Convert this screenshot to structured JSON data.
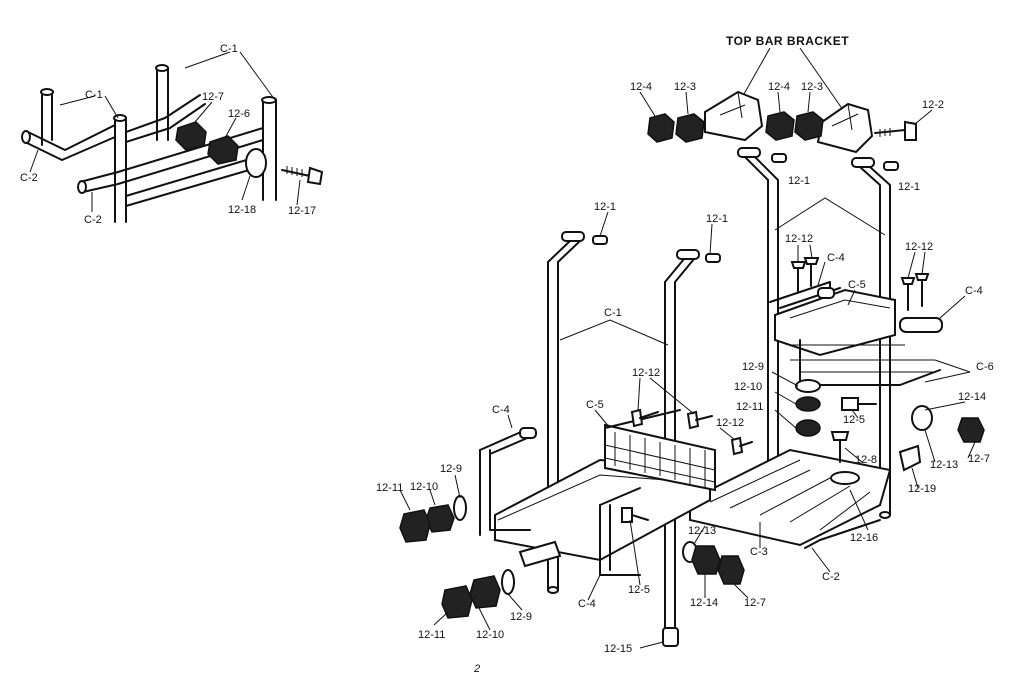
{
  "title_callout": "TOP BAR BRACKET",
  "footer_mark": "2",
  "labels": {
    "C1_a": "C-1",
    "C1_b": "C-1",
    "C2_a": "C-2",
    "C2_b": "C-2",
    "p12_7a": "12-7",
    "p12_6": "12-6",
    "p12_18": "12-18",
    "p12_17": "12-17",
    "p12_4a": "12-4",
    "p12_3a": "12-3",
    "p12_4b": "12-4",
    "p12_3b": "12-3",
    "p12_2": "12-2",
    "p12_1a": "12-1",
    "p12_1b": "12-1",
    "p12_1c": "12-1",
    "p12_1d": "12-1",
    "p12_12a": "12-12",
    "p12_12b": "12-12",
    "p12_12c": "12-12",
    "p12_12d": "12-12",
    "C4_a": "C-4",
    "C5_a": "C-5",
    "C4_b": "C-4",
    "C1_c": "C-1",
    "p12_9a": "12-9",
    "p12_10a": "12-10",
    "p12_11a": "12-11",
    "p12_5a": "12-5",
    "C6": "C-6",
    "p12_14a": "12-14",
    "p12_13a": "12-13",
    "p12_7b": "12-7",
    "p12_8": "12-8",
    "p12_19": "12-19",
    "p12_16": "12-16",
    "C4_c": "C-4",
    "C5_b": "C-5",
    "p12_11b": "12-11",
    "p12_10b": "12-10",
    "p12_9b": "12-9",
    "p12_13b": "12-13",
    "C3": "C-3",
    "C2_c": "C-2",
    "p12_5b": "12-5",
    "p12_14b": "12-14",
    "p12_7c": "12-7",
    "C4_d": "C-4",
    "p12_11c": "12-11",
    "p12_10c": "12-10",
    "p12_9c": "12-9",
    "p12_15": "12-15"
  }
}
